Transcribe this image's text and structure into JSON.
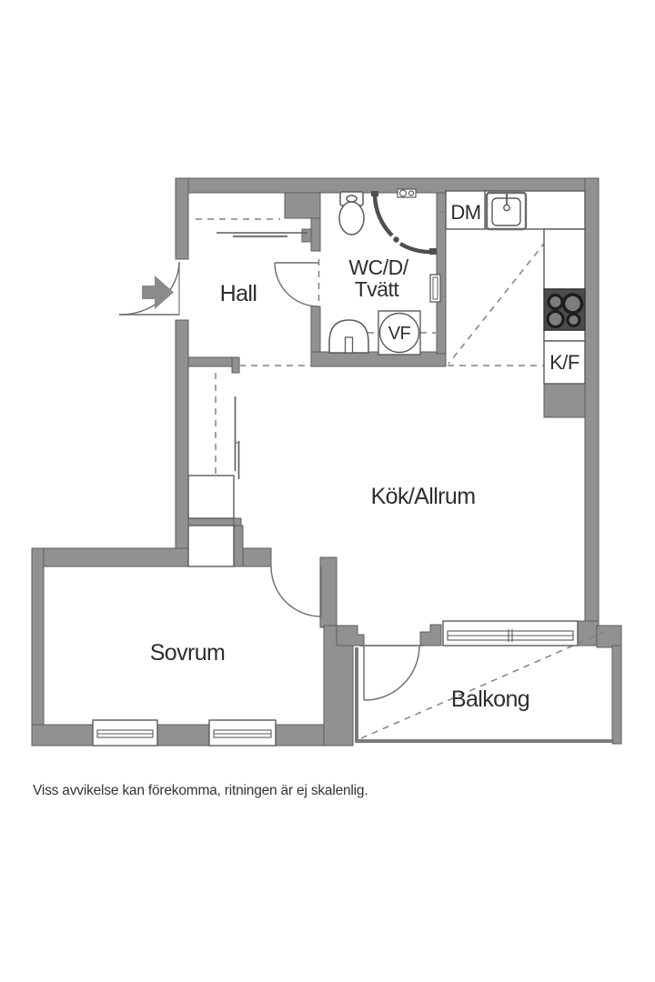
{
  "floorplan": {
    "labels": {
      "hall": "Hall",
      "wc_line1": "WC/D/",
      "wc_line2": "Tvätt",
      "kitchen_livingroom": "Kök/Allrum",
      "bedroom": "Sovrum",
      "balcony": "Balkong",
      "dishwasher": "DM",
      "fridge_freezer": "K/F",
      "water_heater": "VF"
    },
    "disclaimer": "Viss avvikelse kan förekomma, ritningen är ej skalenlig.",
    "colors": {
      "background": "#ffffff",
      "wall_fill": "#919191",
      "wall_outline": "#5d5d5d",
      "fixture_line": "#555555",
      "dash_line": "#828282",
      "stove_fill": "#4c4c4c",
      "text": "#2e2e2e",
      "arrow": "#8b8b8b"
    }
  }
}
